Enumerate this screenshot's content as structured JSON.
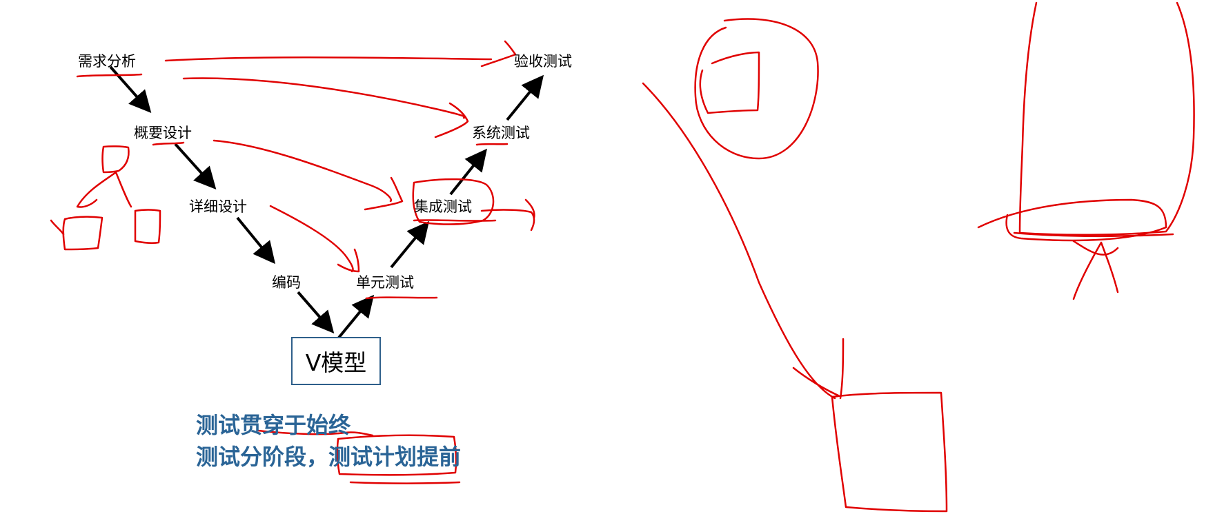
{
  "diagram": {
    "title": "V模型",
    "stages": {
      "requirements_analysis": "需求分析",
      "high_level_design": "概要设计",
      "detailed_design": "详细设计",
      "coding": "编码",
      "unit_testing": "单元测试",
      "integration_testing": "集成测试",
      "system_testing": "系统测试",
      "acceptance_testing": "验收测试"
    },
    "notes": {
      "line1": "测试贯穿于始终",
      "line2": "测试分阶段，测试计划提前"
    }
  },
  "colors": {
    "arrow": "#000000",
    "annotation_ink": "#e00000",
    "title_border": "#2e5f8a",
    "note_text": "#2a6496"
  }
}
